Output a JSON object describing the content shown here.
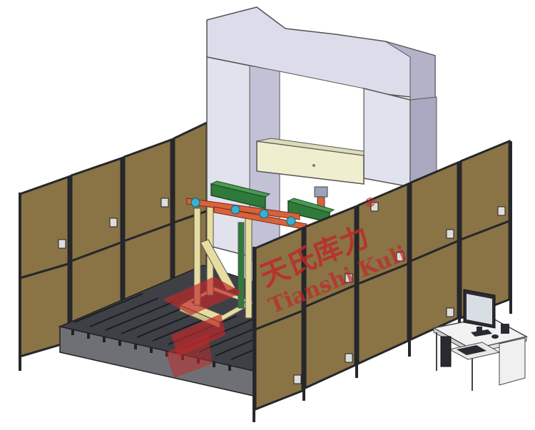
{
  "watermark": {
    "chinese": "天氏库力",
    "latin": "Tianshi Kuli",
    "registered_mark": "®"
  },
  "colors": {
    "background": "#ffffff",
    "panel_fill": "#8a7345",
    "panel_frame": "#26272b",
    "gantry_body": "#dcdcea",
    "gantry_shadow": "#a9a8c0",
    "crossbeam": "#efefd0",
    "fixture_wood": "#e6dd9e",
    "beam_green": "#2f7a3a",
    "actuator_orange": "#d8623a",
    "clamp_cyan": "#38b0d0",
    "bed_dark": "#3e4046",
    "bed_side": "#6f7075",
    "watermark_red": "#c0282a",
    "desk": "#f2f2f2",
    "monitor": "#2a2b30"
  },
  "scene_items": {
    "gantry": "gantry-frame",
    "crossbeam": "movable-crossbeam",
    "load_cell": "load-cell-actuator",
    "fixture": "test-fixture",
    "bed": "t-slot-bed",
    "fence": "safety-fence-panels",
    "workstation": "computer-workstation"
  }
}
